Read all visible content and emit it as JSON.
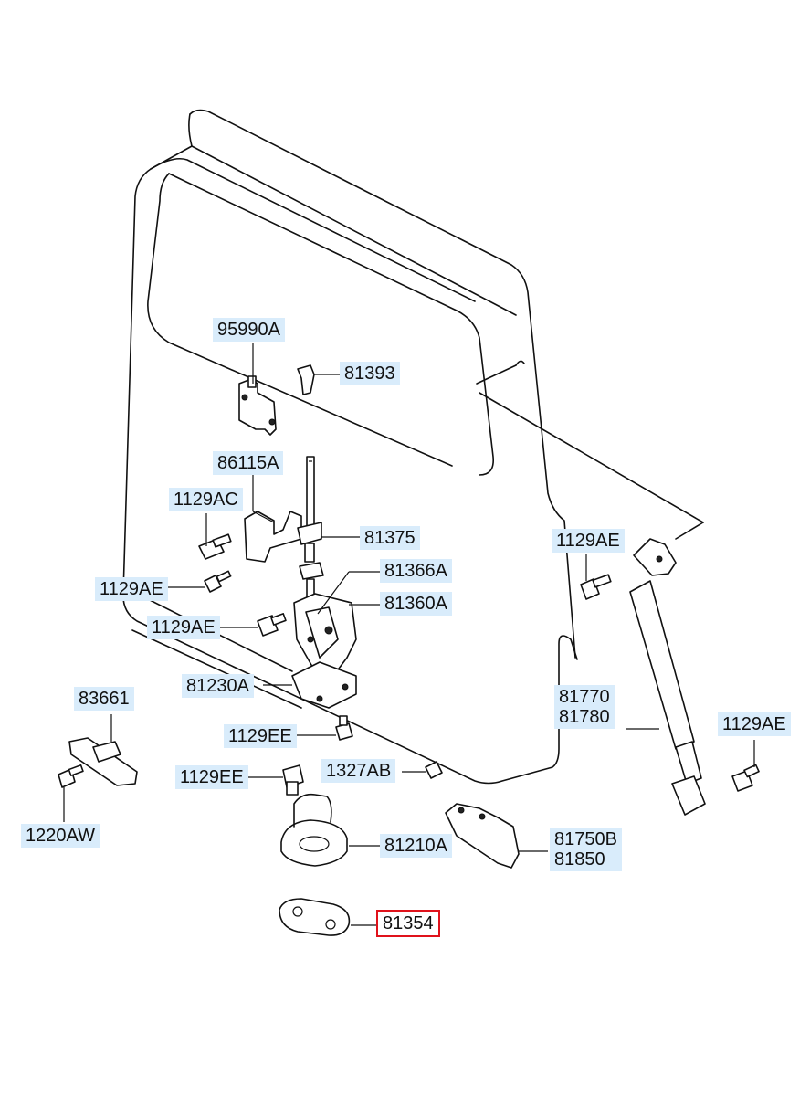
{
  "labels": {
    "p95990A": "95990A",
    "p81393": "81393",
    "p86115A": "86115A",
    "p1129AC": "1129AC",
    "p81375": "81375",
    "p1129AE_a": "1129AE",
    "p81366A": "81366A",
    "p81360A": "81360A",
    "p1129AE_b": "1129AE",
    "p81230A": "81230A",
    "p83661": "83661",
    "p1129EE_a": "1129EE",
    "p1327AB": "1327AB",
    "p1129EE_b": "1129EE",
    "p1220AW": "1220AW",
    "p81210A": "81210A",
    "p81750B": "81750B",
    "p81850": "81850",
    "p81354": "81354",
    "p1129AE_c": "1129AE",
    "p81770": "81770",
    "p81780": "81780",
    "p1129AE_d": "1129AE"
  },
  "colors": {
    "label_bg": "#d9ecfb",
    "selected_border": "#e0121b",
    "line": "#111111"
  },
  "selected_part": "81354"
}
